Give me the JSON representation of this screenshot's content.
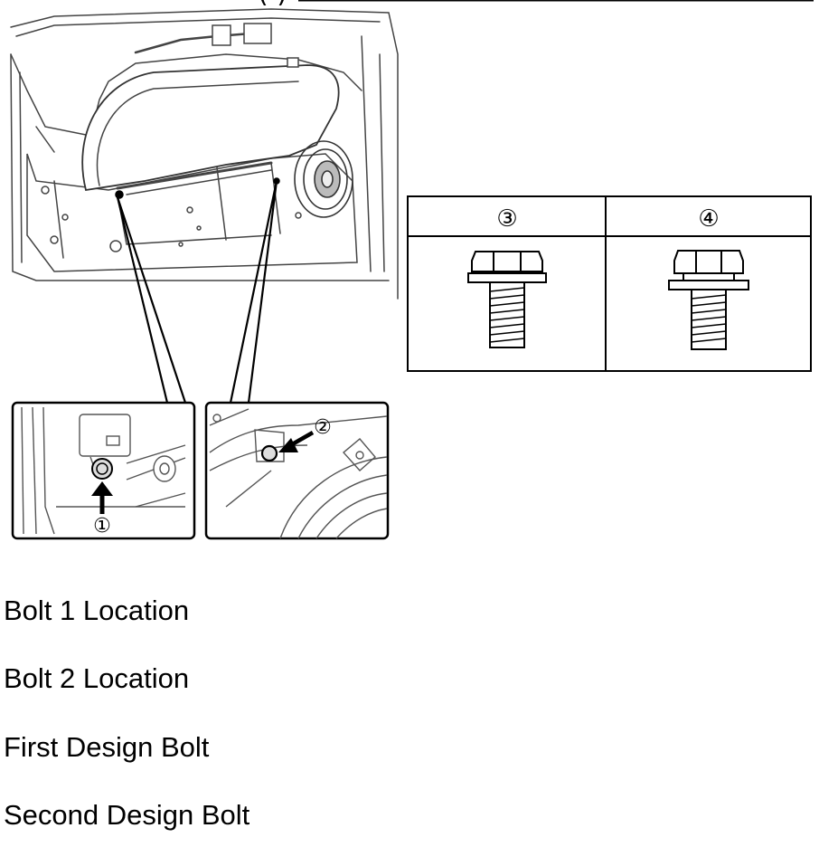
{
  "header_fragment": "(  )",
  "callouts": {
    "c1": "①",
    "c2": "②",
    "c3": "③",
    "c4": "④"
  },
  "captions": {
    "cap1": "Bolt 1 Location",
    "cap2": "Bolt 2 Location",
    "cap3": "First Design Bolt",
    "cap4": "Second Design Bolt"
  },
  "colors": {
    "line": "#000000",
    "sketch": "#444444",
    "background": "#ffffff"
  },
  "icons": [
    "arrow-icon",
    "bolt-icon",
    "speaker-icon"
  ]
}
